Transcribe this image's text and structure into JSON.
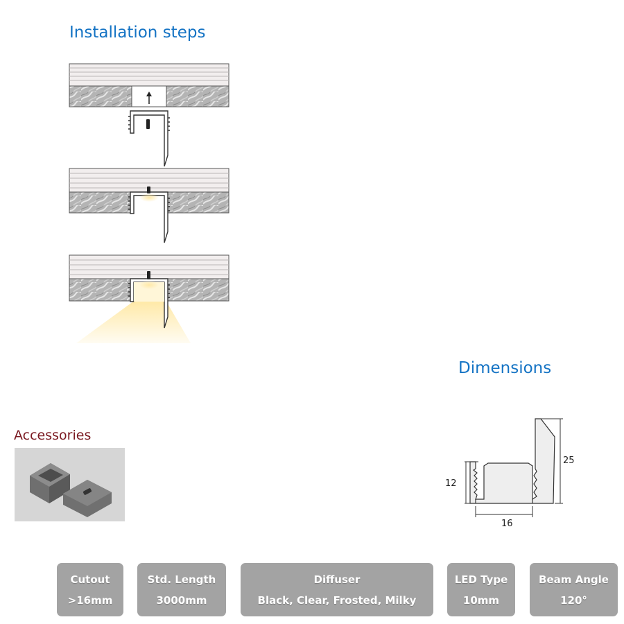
{
  "install": {
    "title": "Installation steps"
  },
  "dimensions": {
    "title": "Dimensions",
    "height_short": "12",
    "height_tall": "25",
    "width": "16"
  },
  "accessories": {
    "title": "Accessories"
  },
  "specs": [
    {
      "label": "Cutout",
      "value": ">16mm"
    },
    {
      "label": "Std. Length",
      "value": "3000mm"
    },
    {
      "label": "Diffuser",
      "value": "Black, Clear, Frosted, Milky"
    },
    {
      "label": "LED Type",
      "value": "10mm"
    },
    {
      "label": "Beam Angle",
      "value": "120°"
    }
  ],
  "colors": {
    "heading_blue": "#1473c4",
    "accessories_red": "#7b1a22",
    "badge_gray": "#a3a3a3",
    "light_yellow": "#ffe9a8"
  }
}
